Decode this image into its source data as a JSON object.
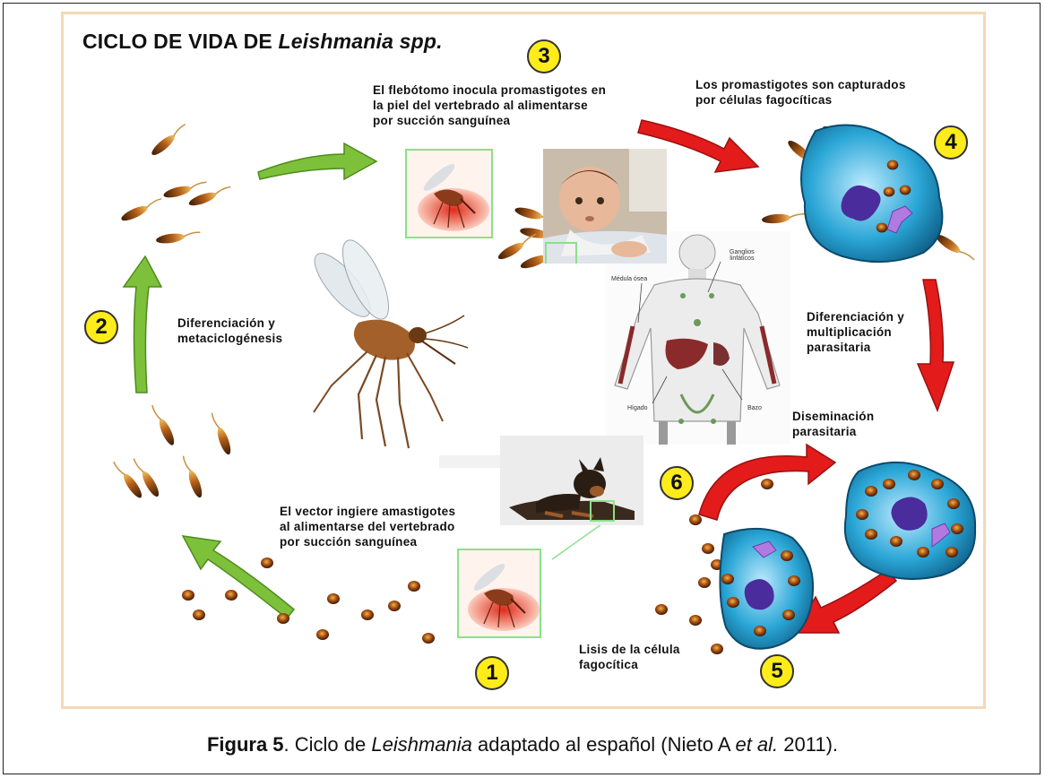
{
  "title": {
    "prefix": "CICLO DE VIDA DE ",
    "genus": "Leishmania spp."
  },
  "steps": [
    "1",
    "2",
    "3",
    "4",
    "5",
    "6"
  ],
  "labels": {
    "step3_line1": "El flebótomo inocula promastigotes en",
    "step3_line2": "la piel del vertebrado al alimentarse",
    "step3_line3": "por succión sanguínea",
    "step4_line1": "Los promastigotes son capturados",
    "step4_line2": "por células fagocíticas",
    "step2_line1": "Diferenciación y",
    "step2_line2": "metaciclogénesis",
    "diff_line1": "Diferenciación y",
    "diff_line2": "multiplicación",
    "diff_line3": "parasitaria",
    "dissem_line1": "Diseminación",
    "dissem_line2": "parasitaria",
    "step1_line1": "El vector ingiere amastigotes",
    "step1_line2": "al alimentarse del vertebrado",
    "step1_line3": "por succión sanguínea",
    "step5_line1": "Lisis de la célula",
    "step5_line2": "fagocítica"
  },
  "anatomy": {
    "ganglios1": "Ganglios",
    "ganglios2": "linfáticos",
    "medula": "Médula ósea",
    "higado": "Hígado",
    "bazo": "Bazo"
  },
  "caption": {
    "fig": "Figura 5",
    "text1": ". Ciclo de ",
    "genus": "Leishmania",
    "text2": " adaptado al español (Nieto A ",
    "etal": "et al.",
    "text3": " 2011)."
  },
  "colors": {
    "green_arrow": "#7dc13a",
    "red_arrow": "#e31b1b",
    "cell_blue": "#2aa6d6",
    "step_yellow": "#ffec1a",
    "panel_border": "#f3d9b5"
  },
  "icons": [
    "promastigote-icon",
    "amastigote-icon",
    "macrophage-icon",
    "sandfly-icon",
    "human-anatomy-icon",
    "baby-photo",
    "dog-photo"
  ]
}
